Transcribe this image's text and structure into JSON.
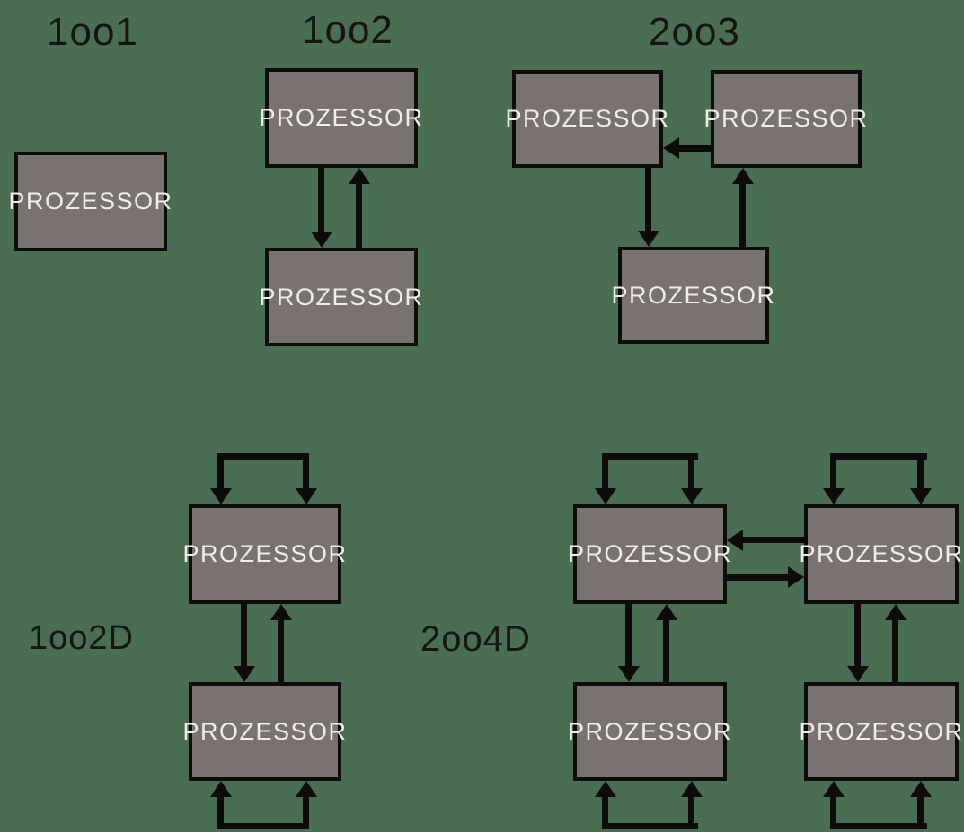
{
  "colors": {
    "background": "#4a6e51",
    "box_fill": "#7a7270",
    "box_border": "#0e0c0b",
    "box_text": "#f1ede9",
    "label_text": "#171412",
    "arrow": "#0e0c0b"
  },
  "sections": [
    {
      "id": "1oo1",
      "label": "1oo1",
      "processors": [
        "PROZESSOR"
      ]
    },
    {
      "id": "1oo2",
      "label": "1oo2",
      "processors": [
        "PROZESSOR",
        "PROZESSOR"
      ]
    },
    {
      "id": "2oo3",
      "label": "2oo3",
      "processors": [
        "PROZESSOR",
        "PROZESSOR",
        "PROZESSOR"
      ]
    },
    {
      "id": "1oo2D",
      "label": "1oo2D",
      "processors": [
        "PROZESSOR",
        "PROZESSOR"
      ]
    },
    {
      "id": "2oo4D",
      "label": "2oo4D",
      "processors": [
        "PROZESSOR",
        "PROZESSOR",
        "PROZESSOR",
        "PROZESSOR"
      ]
    }
  ]
}
